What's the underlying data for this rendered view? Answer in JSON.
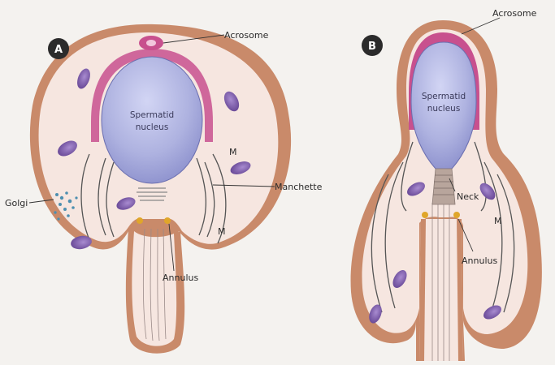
{
  "panels": [
    {
      "badge": "A",
      "labels": {
        "acrosome": "Acrosome",
        "nucleus_line1": "Spermatid",
        "nucleus_line2": "nucleus",
        "manchette": "Manchette",
        "golgi": "Golgi",
        "annulus": "Annulus",
        "m_upper": "M",
        "m_lower": "M"
      }
    },
    {
      "badge": "B",
      "labels": {
        "acrosome": "Acrosome",
        "nucleus_line1": "Spermatid",
        "nucleus_line2": "nucleus",
        "neck": "Neck",
        "annulus": "Annulus",
        "m": "M"
      }
    }
  ],
  "colors": {
    "cytoplasm": "#f6e6e0",
    "cell_edge": "#c98a6a",
    "cell_shadow": "#b5704f",
    "nucleus": "#aeb2e0",
    "acrosome": "#c8508e",
    "mitochondria": "#7b5ca8",
    "golgi": "#4d8fb0",
    "annulus": "#e0a62a",
    "badge": "#2b2b2b"
  }
}
